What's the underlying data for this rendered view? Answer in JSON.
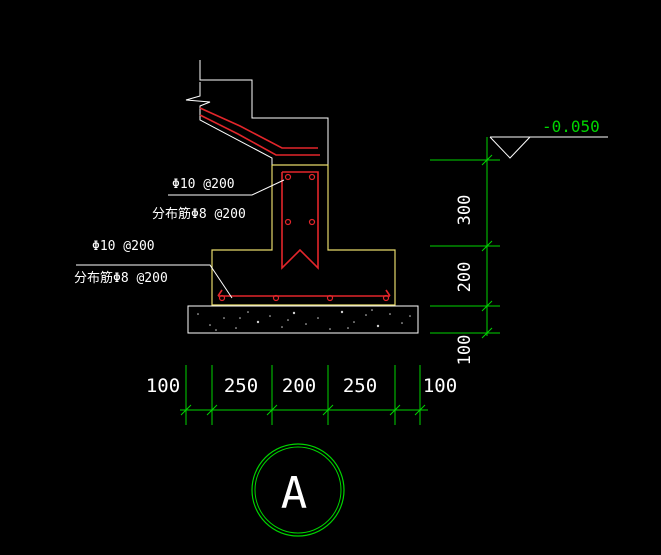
{
  "colors": {
    "background": "#000000",
    "outline_white": "#ffffff",
    "outline_yellow": "#e6d96a",
    "rebar_red": "#e3262b",
    "dimension_green": "#00d400",
    "text_white": "#ffffff",
    "concrete_gray": "#cfcfcf"
  },
  "elevation": {
    "label": "-0.050"
  },
  "rebar_labels": {
    "upper_main": "Φ10 @200",
    "upper_dist": "分布筋Φ8 @200",
    "lower_main": "Φ10 @200",
    "lower_dist": "分布筋Φ8 @200"
  },
  "vertical_dims": {
    "top": "300",
    "middle": "200",
    "bottom": "100"
  },
  "horizontal_dims": {
    "d1": "100",
    "d2": "250",
    "d3": "200",
    "d4": "250",
    "d5": "100"
  },
  "axis_label": "A"
}
